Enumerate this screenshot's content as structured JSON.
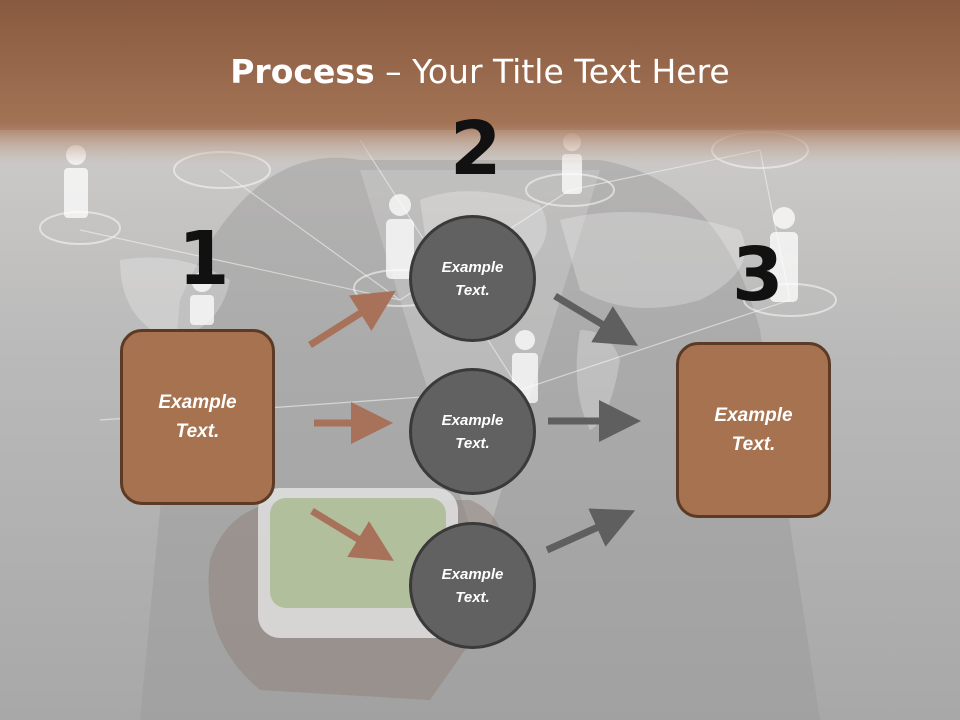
{
  "slide": {
    "title_bold": "Process",
    "title_rest": " – Your Title Text Here"
  },
  "steps": [
    {
      "number": "1",
      "text": "Example Text."
    },
    {
      "number": "2",
      "text": "Example Text."
    },
    {
      "number": "3",
      "text": "Example Text."
    }
  ],
  "middle_circles": [
    {
      "text": "Example Text."
    },
    {
      "text": "Example Text."
    },
    {
      "text": "Example Text."
    }
  ],
  "colors": {
    "header_band": "#8b5a3c",
    "box_fill": "#a6724f",
    "circle_fill": "#616161",
    "arrow_brown": "#a8725a",
    "arrow_gray": "#5f5f5f"
  }
}
